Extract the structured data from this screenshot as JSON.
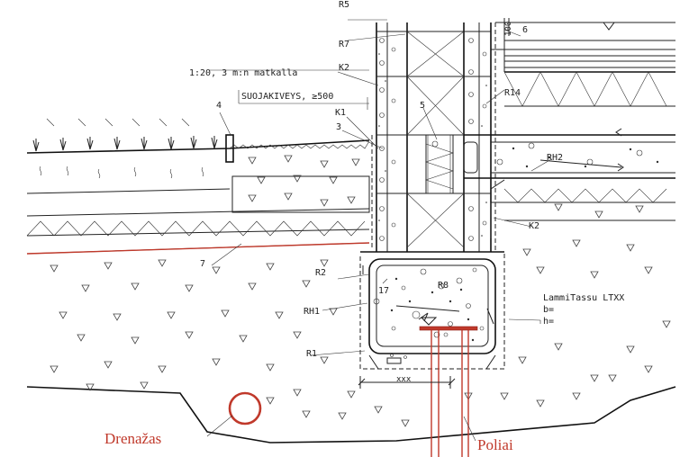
{
  "labels": {
    "r5": "R5",
    "r7": "R7",
    "k2_top": "K2",
    "k1": "K1",
    "n3": "3",
    "n4": "4",
    "n5": "5",
    "n6": "6",
    "n7": "7",
    "n17": "17",
    "r14": "R14",
    "rh2": "RH2",
    "k2_right": "K2",
    "r2": "R2",
    "r8": "R8",
    "rh1": "RH1",
    "r1": "R1",
    "scale_note": "1:20, 3 m:n matkalla",
    "suojakiveys": "SUOJAKIVEYS, ≥500",
    "xxx": "xxx",
    "lammitassu": "LammiTassu LTXX",
    "b_eq": "b=",
    "h_eq": "h=",
    "dim_100": "100"
  },
  "annotations": {
    "drenazas": "Drenažas",
    "poliai": "Poliai"
  },
  "colors": {
    "ink": "#222222",
    "annotation_red": "#c0392b",
    "paper": "#ffffff"
  }
}
